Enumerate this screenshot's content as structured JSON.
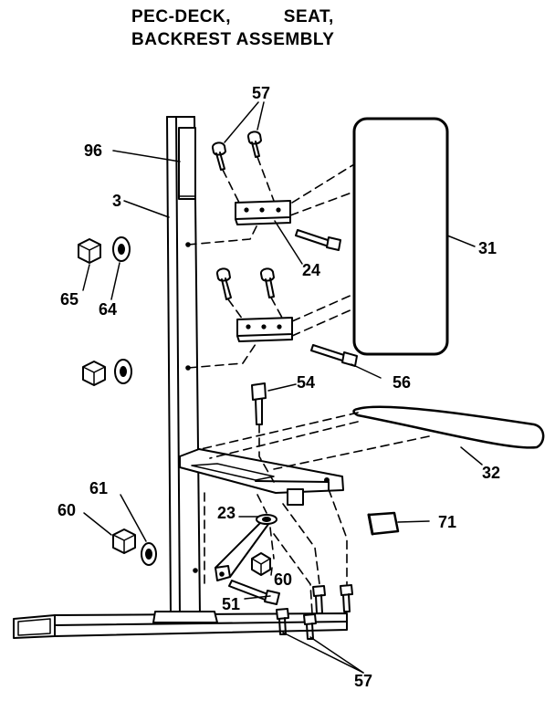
{
  "title": {
    "line1": "PEC-DECK,          SEAT,",
    "line2": "BACKREST ASSEMBLY"
  },
  "callouts": {
    "c57_top": "57",
    "c96": "96",
    "c3": "3",
    "c31": "31",
    "c24": "24",
    "c65": "65",
    "c64": "64",
    "c54": "54",
    "c56": "56",
    "c32": "32",
    "c61": "61",
    "c60_left": "60",
    "c23": "23",
    "c71": "71",
    "c60_right": "60",
    "c51": "51",
    "c57_bottom": "57"
  },
  "colors": {
    "ink": "#000000",
    "paper": "#ffffff"
  }
}
